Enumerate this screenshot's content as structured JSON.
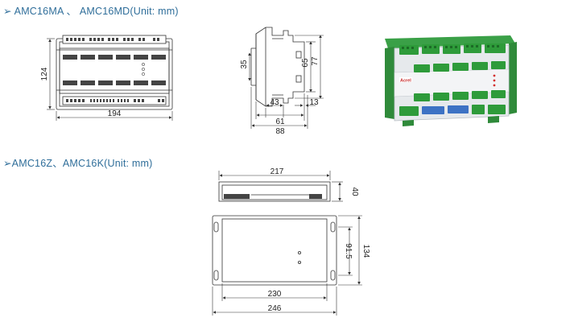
{
  "sections": [
    {
      "heading": "➢ AMC16MA 、 AMC16MD(Unit: mm)",
      "front_view": {
        "width_label": "194",
        "height_label": "124"
      },
      "side_view": {
        "labels": [
          "35",
          "65",
          "77",
          "43",
          "61",
          "13",
          "88"
        ]
      },
      "product_photo": {
        "brand": "Acrel",
        "colors": {
          "housing": "#e6e9ec",
          "terminal": "#2e9b3a",
          "din_rail": "#3aa047",
          "terminal_blue": "#3d72c4"
        }
      }
    },
    {
      "heading": "➢AMC16Z、AMC16K(Unit: mm)",
      "top_view": {
        "width_label": "217",
        "height_label": "40"
      },
      "plate_view": {
        "inner_width_label": "230",
        "outer_width_label": "246",
        "hole_pitch_label": "91.5",
        "height_label": "134"
      }
    }
  ],
  "colors": {
    "heading": "#2f6e9a",
    "line": "#333333"
  }
}
